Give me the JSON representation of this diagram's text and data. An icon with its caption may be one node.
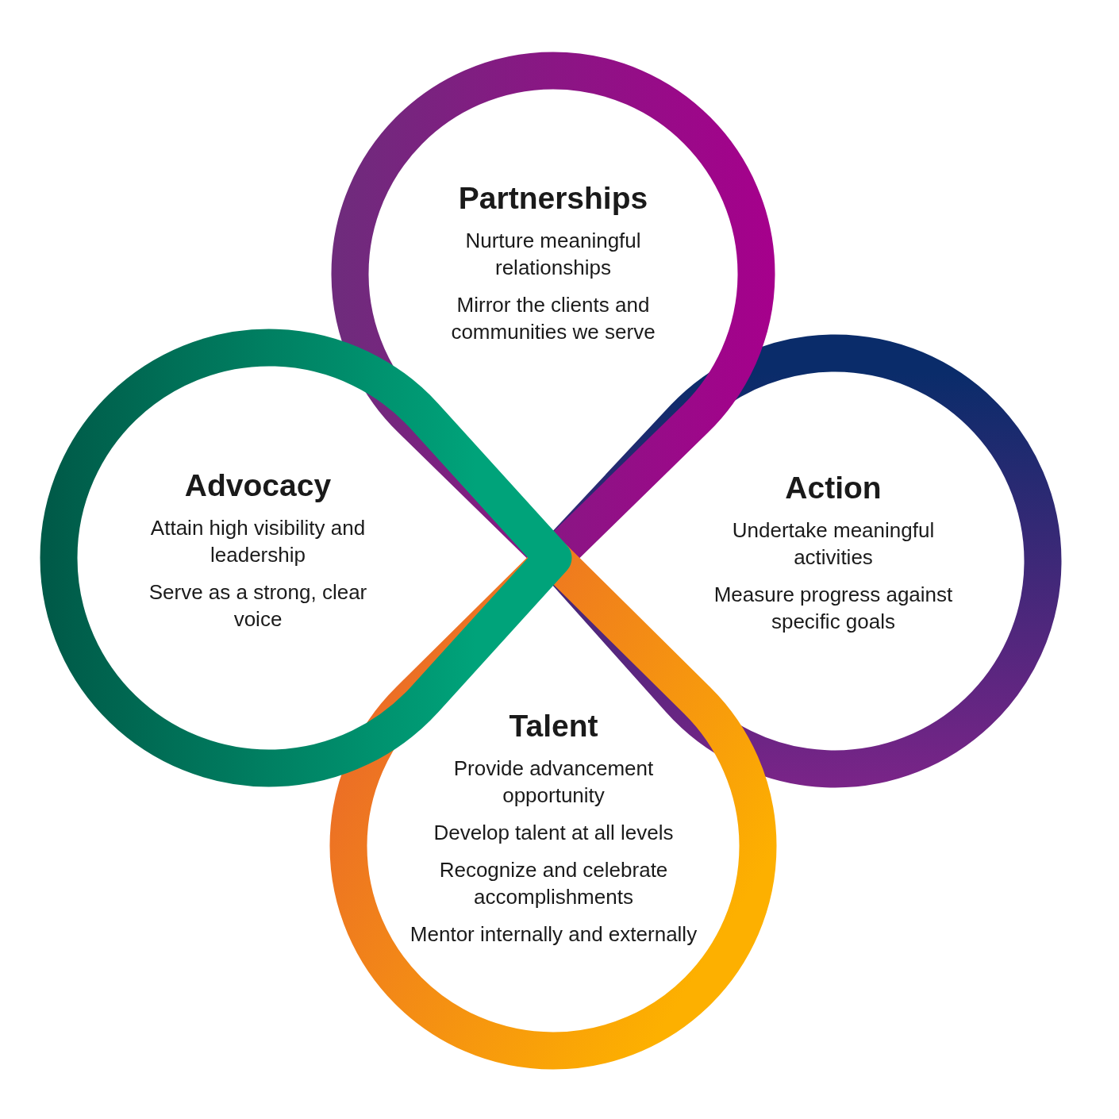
{
  "diagram": {
    "nodes": [
      {
        "text": [
          "Partnerships",
          "Nurture meaningful relationships",
          "Mirror the clients and communities we serve"
        ]
      },
      {
        "text": [
          "Advocacy",
          "Attain high visibility and leadership",
          "Serve as a strong, clear voice"
        ]
      },
      {
        "text": [
          "Action",
          "Undertake meaningful activities",
          "Measure progress against specific goals"
        ]
      },
      {
        "text": [
          "Talent",
          "Provide advancement opportunity",
          "Develop talent at all levels",
          "Recognize and celebrate accomplishments",
          "Mentor internally and externally"
        ]
      }
    ],
    "edges": []
  }
}
